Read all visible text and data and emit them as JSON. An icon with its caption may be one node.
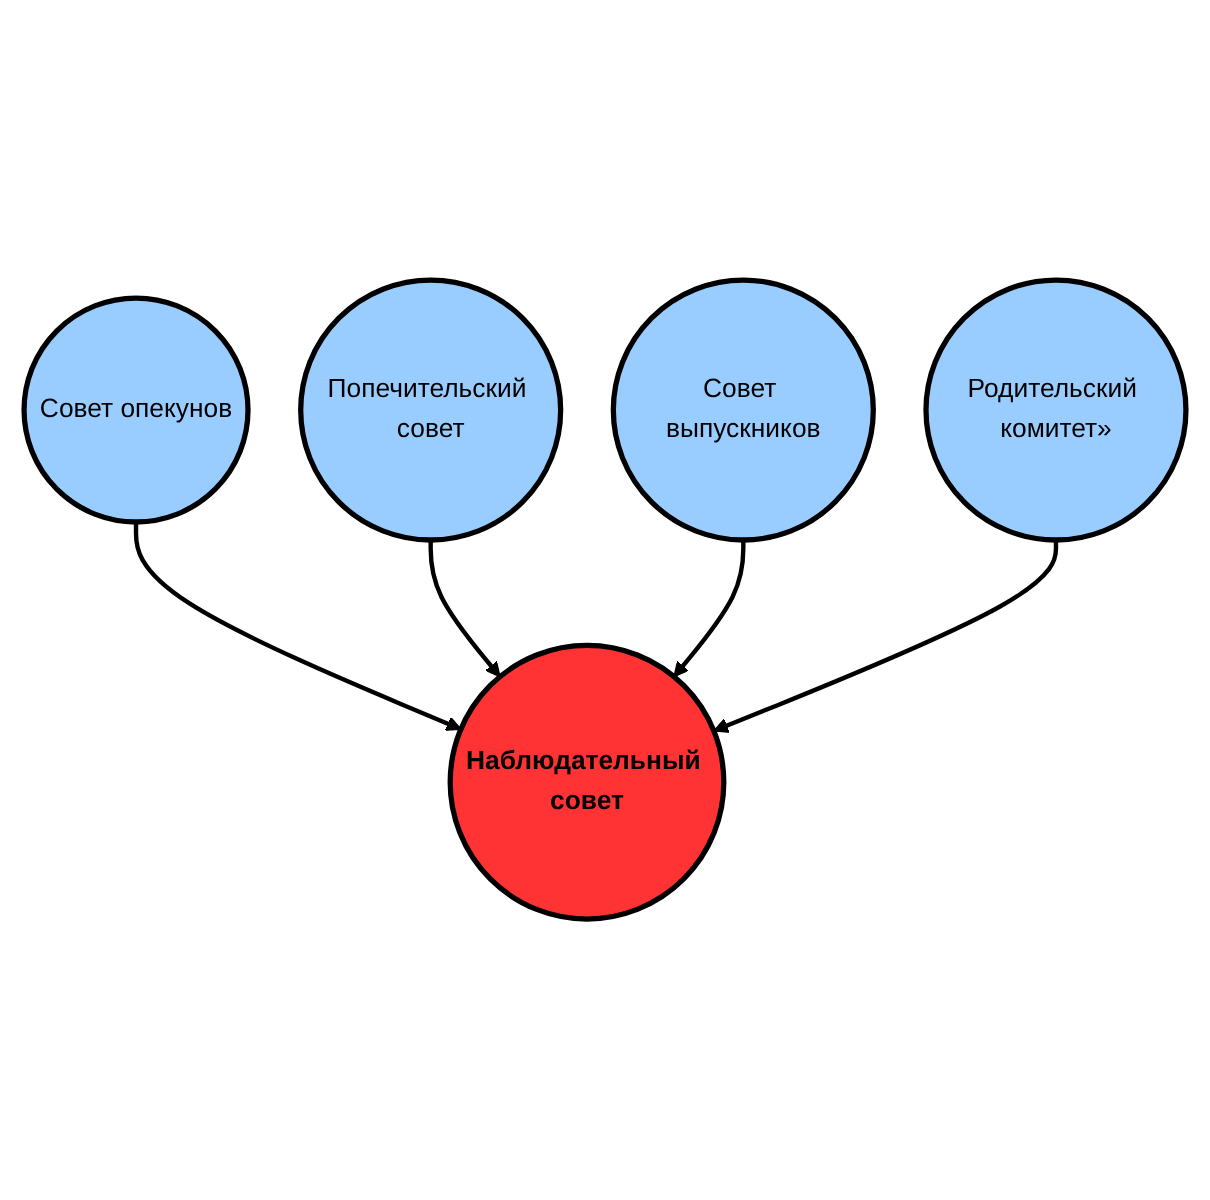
{
  "diagram": {
    "nodes": [
      {
        "text": [
          "Совет опекунов"
        ]
      },
      {
        "text": [
          "Попечительский совет"
        ]
      },
      {
        "text": [
          "Наблюдательный совет"
        ]
      },
      {
        "text": [
          "Совет выпускников"
        ]
      },
      {
        "text": [
          "Родительский комитет»"
        ]
      }
    ],
    "edges": [
      {
        "from": 0,
        "to": 2,
        "arrow": "to"
      },
      {
        "from": 1,
        "to": 2,
        "arrow": "to"
      },
      {
        "from": 3,
        "to": 2,
        "arrow": "to"
      },
      {
        "from": 4,
        "to": 2,
        "arrow": "to"
      }
    ]
  }
}
